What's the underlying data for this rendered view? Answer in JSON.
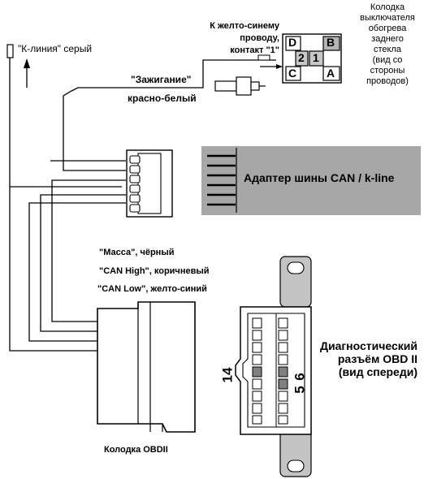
{
  "labels": {
    "k_line": "\"К-линия\" серый",
    "yellow_blue_1": "К желто-синему",
    "yellow_blue_2": "проводу,",
    "yellow_blue_3": "контакт \"1\"",
    "ignition_1": "\"Зажигание\"",
    "ignition_2": "красно-белый",
    "block_1": "Колодка",
    "block_2": "выключателя",
    "block_3": "обогрева",
    "block_4": "заднего",
    "block_5": "стекла",
    "block_6": "(вид со",
    "block_7": "стороны",
    "block_8": "проводов)",
    "adapter": "Адаптер шины CAN / k-line",
    "mass": "\"Масса\", чёрный",
    "can_high": "\"CAN High\", коричневый",
    "can_low": "\"CAN Low\",  желто-синий",
    "obd_title_1": "Диагностический",
    "obd_title_2": "разъём OBD II",
    "obd_title_3": "(вид спереди)",
    "obd_block": "Колодка OBDII"
  },
  "connector_pins": {
    "d": "D",
    "b": "B",
    "c": "C",
    "a": "A",
    "pin2": "2",
    "pin1": "1"
  },
  "obd_pins": {
    "p14": "14",
    "p6": "6",
    "p5": "5"
  }
}
